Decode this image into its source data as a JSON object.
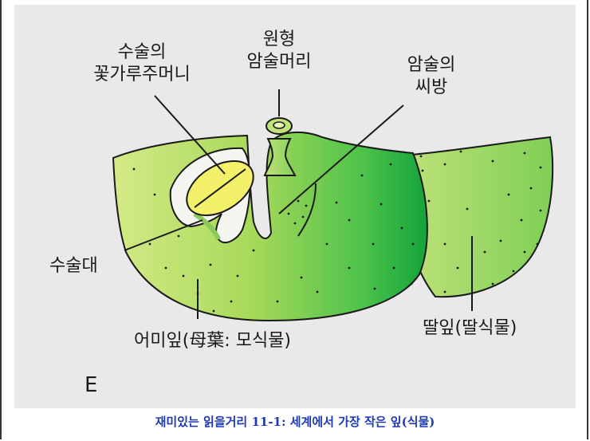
{
  "panel_letter": "E",
  "labels": {
    "anther": [
      "수술의",
      "꽃가루주머니"
    ],
    "stigma": [
      "원형",
      "암술머리"
    ],
    "ovary": [
      "암술의",
      "씨방"
    ],
    "filament": "수술대",
    "mother_frond": "어미잎(母葉: 모식물)",
    "daughter_frond": "딸잎(딸식물)"
  },
  "caption": "재미있는 읽을거리 11-1: 세계에서 가장 작은 잎(식물)",
  "colors": {
    "frond_light": "#cde87a",
    "frond_dark": "#14a83a",
    "anther": "#f3f06a",
    "caption": "#1f3bb3",
    "background": "#e9e9e9"
  }
}
